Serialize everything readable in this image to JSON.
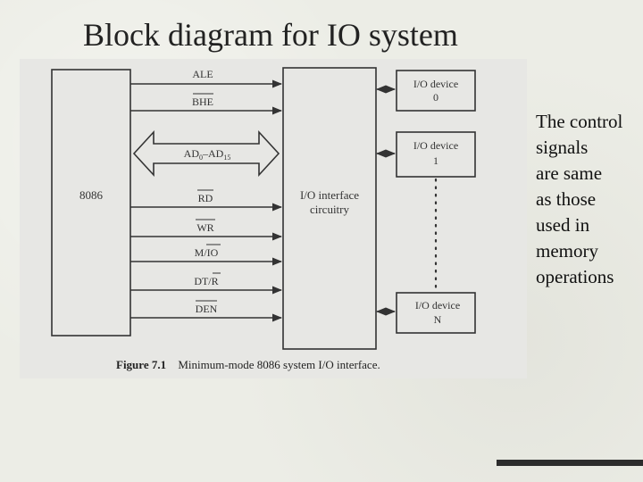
{
  "slide": {
    "title": "Block diagram for IO system",
    "notes": [
      "The control",
      "signals",
      "are same",
      "as those",
      "used in",
      "memory",
      "operations"
    ]
  },
  "diagram": {
    "cpu_label": "8086",
    "interface_label": [
      "I/O interface",
      "circuitry"
    ],
    "signals": {
      "ale": "ALE",
      "bhe": "BHE",
      "ad_main": "AD",
      "ad_sub0": "0",
      "ad_dash": "–AD",
      "ad_sub15": "15",
      "rd": "RD",
      "wr": "WR",
      "mio": "M/IO",
      "dtr_a": "DT/",
      "dtr_b": "R",
      "den": "DEN"
    },
    "devices": [
      {
        "line1": "I/O device",
        "line2": "0"
      },
      {
        "line1": "I/O device",
        "line2": "1"
      },
      {
        "line1": "I/O device",
        "line2": "N"
      }
    ],
    "caption_bold": "Figure 7.1",
    "caption_text": "Minimum-mode 8086 system I/O interface."
  },
  "colors": {
    "ink": "#333333",
    "paper": "#e7e7e4",
    "accent_bar": "#2c2c2c"
  }
}
